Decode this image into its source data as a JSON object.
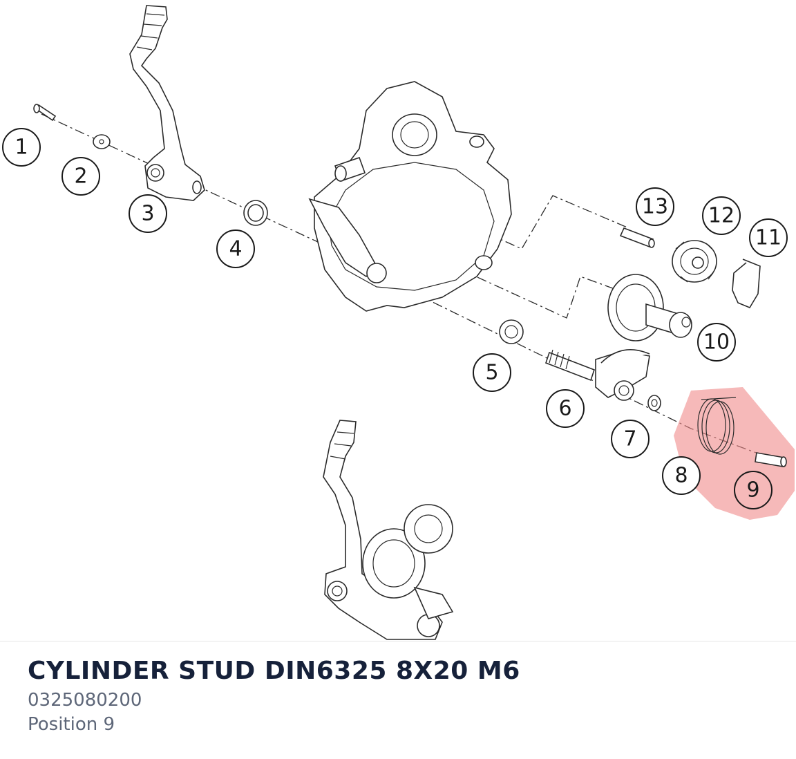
{
  "part": {
    "title": "CYLINDER STUD DIN6325 8X20 M6",
    "number": "0325080200",
    "position": "Position 9"
  },
  "diagram": {
    "labels": [
      "1",
      "2",
      "3",
      "4",
      "5",
      "6",
      "7",
      "8",
      "9",
      "10",
      "11",
      "12",
      "13"
    ],
    "highlighted_label": "9",
    "highlight_color": "#f08a8a"
  }
}
